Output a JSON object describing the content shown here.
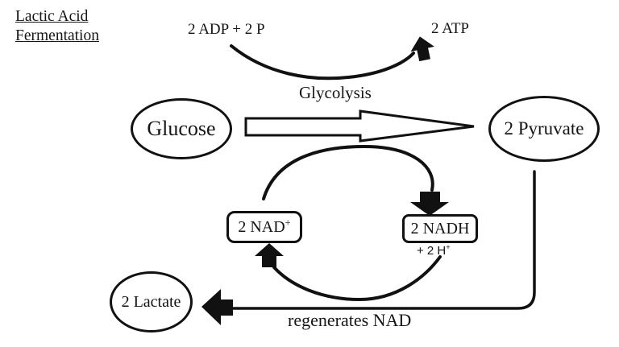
{
  "title": {
    "line1": "Lactic Acid",
    "line2": "Fermentation"
  },
  "glycolysis": {
    "substrate": "2 ADP + 2 P",
    "product": "2 ATP",
    "process_label": "Glycolysis"
  },
  "nodes": {
    "glucose": "Glucose",
    "pyruvate": "2 Pyruvate",
    "lactate": "2 Lactate",
    "nad": {
      "label": "2 NAD",
      "sup": "+"
    },
    "nadh": {
      "label": "2 NADH"
    },
    "protons": {
      "label": "+ 2 H",
      "sup": "+"
    }
  },
  "annotations": {
    "regenerates": "regenerates NAD"
  },
  "colors": {
    "ink": "#111111",
    "background": "#ffffff"
  }
}
